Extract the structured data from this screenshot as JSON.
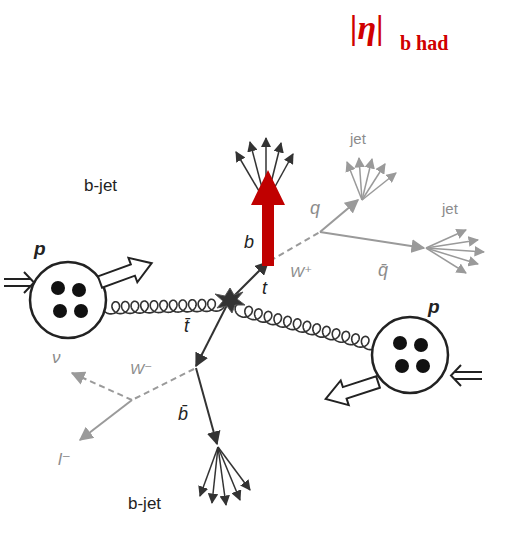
{
  "diagram": {
    "labels": [
      "|η|",
      "b had",
      "b-jet",
      "jet",
      "jet",
      "q",
      "b",
      "W⁺",
      "q̄",
      "p",
      "t",
      "p",
      "ν",
      "W⁻",
      "t̄",
      "l⁻",
      "b̄",
      "b-jet"
    ]
  }
}
